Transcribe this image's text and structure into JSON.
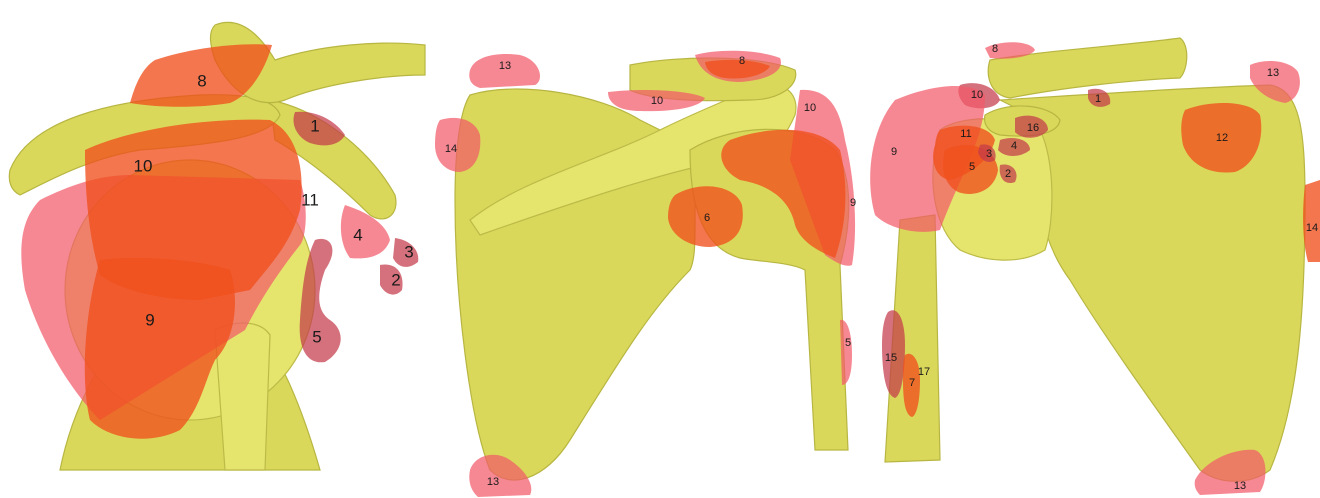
{
  "panels": [
    {
      "view": "lateral",
      "labels": [
        "8",
        "1",
        "10",
        "11",
        "4",
        "3",
        "2",
        "9",
        "5"
      ]
    },
    {
      "view": "posterior",
      "labels": [
        "13",
        "8",
        "10",
        "10",
        "14",
        "6",
        "9",
        "5",
        "13"
      ]
    },
    {
      "view": "anterior",
      "labels": [
        "8",
        "13",
        "10",
        "1",
        "16",
        "11",
        "3",
        "4",
        "9",
        "5",
        "2",
        "12",
        "14",
        "15",
        "7",
        "17",
        "13"
      ]
    }
  ],
  "colors": {
    "bone": "#d9d85a",
    "zone_pink": "#f25a6a",
    "zone_orange": "#f0501c",
    "zone_dark": "#c33a4a",
    "background": "#ffffff"
  }
}
